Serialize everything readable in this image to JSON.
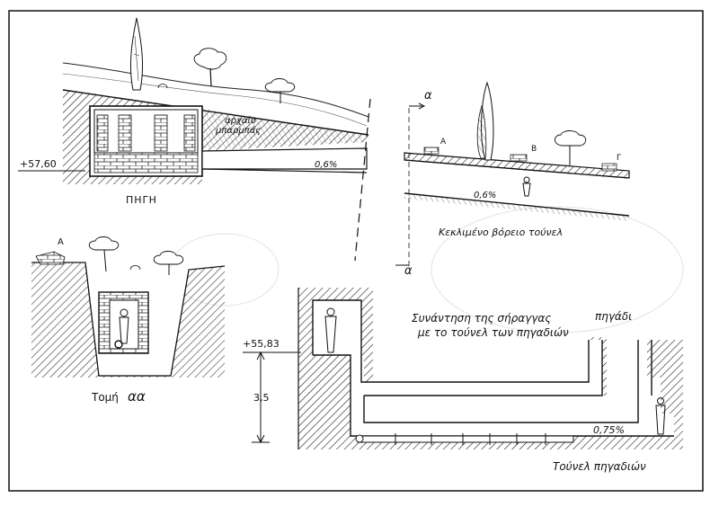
{
  "diagram": {
    "top_left": {
      "elevation": "+57,60",
      "spring_label": "ΠΗΓΗ",
      "old_channel_line1": "αρχαίο",
      "old_channel_line2": "μπαρμπάς",
      "slope": "0,6%"
    },
    "top_right": {
      "section_mark_top": "α",
      "section_mark_bottom": "α",
      "point_a": "Α",
      "point_b": "Β",
      "point_g": "Γ",
      "slope": "0,6%",
      "caption": "Κεκλιμένο βόρειο τούνελ"
    },
    "section": {
      "point_a": "Α",
      "caption_word": "Τομή",
      "caption_mark": "αα"
    },
    "bottom": {
      "elevation": "+55,83",
      "height": "3,5",
      "junction_line1": "Συνάντηση της σήραγγας",
      "junction_line2": "με το τούνελ των πηγαδιών",
      "well_label": "πηγάδι",
      "slope": "0,75%",
      "caption": "Τούνελ πηγαδιών"
    }
  }
}
